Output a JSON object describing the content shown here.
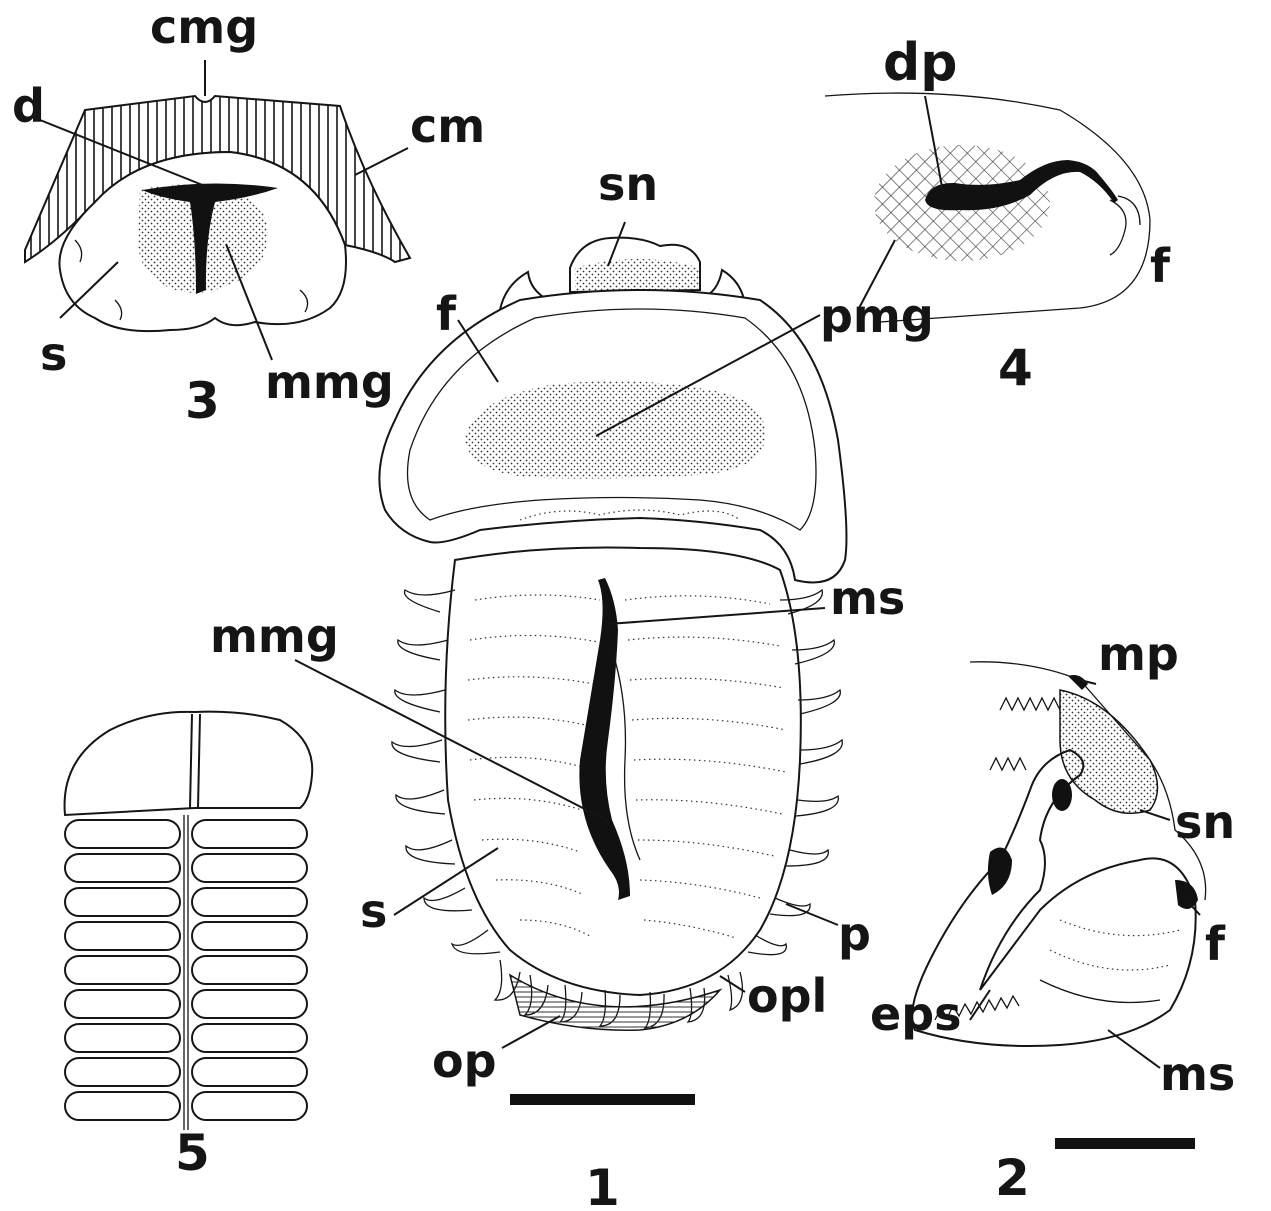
{
  "figures": [
    {
      "number": "1",
      "labels": [
        "sn",
        "f",
        "pmg",
        "ms",
        "mmg",
        "s",
        "p",
        "opl",
        "op"
      ]
    },
    {
      "number": "2",
      "labels": [
        "mp",
        "sn",
        "f",
        "eps",
        "ms"
      ]
    },
    {
      "number": "3",
      "labels": [
        "cmg",
        "d",
        "cm",
        "s",
        "mmg"
      ]
    },
    {
      "number": "4",
      "labels": [
        "dp",
        "pmg",
        "f"
      ]
    },
    {
      "number": "5",
      "labels": []
    }
  ],
  "colors": {
    "ink": "#151515",
    "paper": "#ffffff"
  }
}
